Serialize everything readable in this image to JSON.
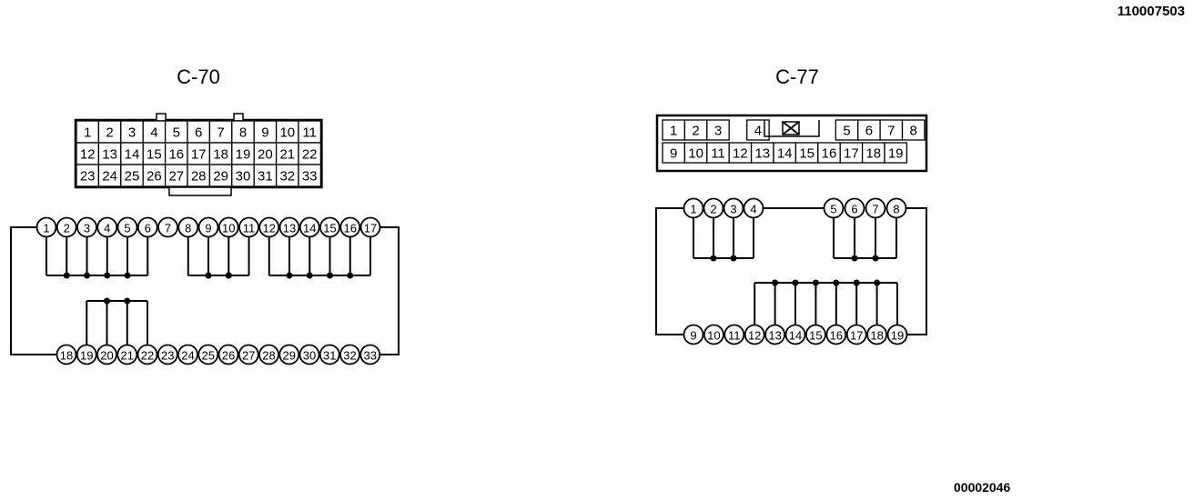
{
  "document": {
    "id": "110007503",
    "footer_code": "00002046"
  },
  "connectors": [
    {
      "name": "C-70",
      "rows": [
        [
          "1",
          "2",
          "3",
          "4",
          "5",
          "6",
          "7",
          "8",
          "9",
          "10",
          "11"
        ],
        [
          "12",
          "13",
          "14",
          "15",
          "16",
          "17",
          "18",
          "19",
          "20",
          "21",
          "22"
        ],
        [
          "23",
          "24",
          "25",
          "26",
          "27",
          "28",
          "29",
          "30",
          "31",
          "32",
          "33"
        ]
      ],
      "top_pins": [
        "1",
        "2",
        "3",
        "4",
        "5",
        "6",
        "7",
        "8",
        "9",
        "10",
        "11",
        "12",
        "13",
        "14",
        "15",
        "16",
        "17"
      ],
      "bottom_pins": [
        "18",
        "19",
        "20",
        "21",
        "22",
        "23",
        "24",
        "25",
        "26",
        "27",
        "28",
        "29",
        "30",
        "31",
        "32",
        "33"
      ],
      "groups": [
        {
          "row": "top",
          "pins": [
            "1",
            "2",
            "3",
            "4",
            "5",
            "6"
          ]
        },
        {
          "row": "top",
          "pins": [
            "8",
            "9",
            "10",
            "11"
          ]
        },
        {
          "row": "top",
          "pins": [
            "12",
            "13",
            "14",
            "15",
            "16",
            "17"
          ]
        },
        {
          "row": "bottom",
          "pins": [
            "19",
            "20",
            "21",
            "22"
          ]
        }
      ],
      "outer_loop": [
        "1",
        "18",
        "17",
        "33"
      ]
    },
    {
      "name": "C-77",
      "rows": [
        [
          "1",
          "2",
          "3",
          "4",
          "",
          "5",
          "6",
          "7",
          "8"
        ],
        [
          "9",
          "10",
          "11",
          "12",
          "13",
          "14",
          "15",
          "16",
          "17",
          "18",
          "19"
        ]
      ],
      "top_pins": [
        "1",
        "2",
        "3",
        "4",
        "5",
        "6",
        "7",
        "8"
      ],
      "bottom_pins": [
        "9",
        "10",
        "11",
        "12",
        "13",
        "14",
        "15",
        "16",
        "17",
        "18",
        "19"
      ],
      "groups": [
        {
          "row": "top",
          "pins": [
            "1",
            "2",
            "3",
            "4"
          ]
        },
        {
          "row": "top",
          "pins": [
            "5",
            "6",
            "7",
            "8"
          ]
        },
        {
          "row": "bottom",
          "pins": [
            "12",
            "13",
            "14",
            "15",
            "16",
            "17",
            "18",
            "19"
          ]
        }
      ],
      "outer_loop": [
        "1",
        "9",
        "8",
        "19"
      ]
    }
  ]
}
